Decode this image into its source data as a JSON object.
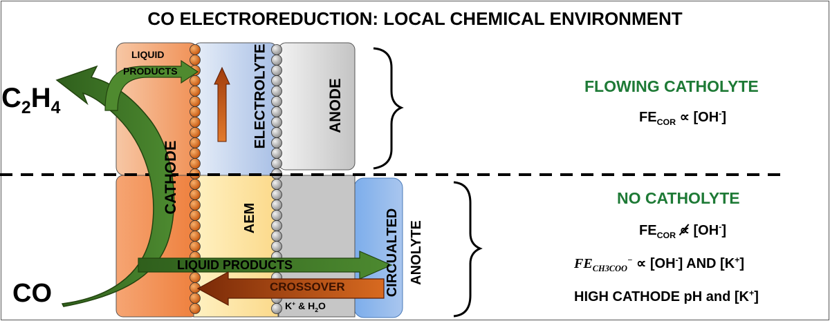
{
  "title": "CO ELECTROREDUCTION: LOCAL CHEMICAL ENVIRONMENT",
  "top_diagram": {
    "liquid_products_line1": "LIQUID",
    "liquid_products_line2": "PRODUCTS",
    "cathode": "CATHODE",
    "electrolyte": "ELECTROLYTE",
    "anode": "ANODE",
    "product_c": "C",
    "product_c_sub": "2",
    "product_h": "H",
    "product_h_sub": "4"
  },
  "bottom_diagram": {
    "aem": "AEM",
    "anolyte_line1": "CIRCUALTED",
    "anolyte_line2": "ANOLYTE",
    "liquid_products": "LIQUID PRODUCTS",
    "crossover": "CROSSOVER",
    "k_ion": "K",
    "k_ion_sup": "+",
    "k_water_rest": " & H",
    "water_sub": "2",
    "water_o": "O",
    "reactant": "CO"
  },
  "top_panel": {
    "heading": "FLOWING CATHOLYTE",
    "fe_main": "FE",
    "fe_sub": "COR",
    "fe_rest": " ∝ [OH",
    "fe_sup": "-",
    "fe_close": "]"
  },
  "bottom_panel": {
    "heading": "NO CATHOLYTE",
    "line1_main": "FE",
    "line1_sub": "COR",
    "line1_rest": " ∝̸ [OH",
    "line1_sup": "-",
    "line1_close": "]",
    "line2_fe": "FE",
    "line2_sub": "CH3COO",
    "line2_sup": "−",
    "line2_rest": " ∝ [OH",
    "line2_sup2": "-",
    "line2_mid": "] AND [K",
    "line2_sup3": "+",
    "line2_close": "]",
    "line3": "HIGH CATHODE pH and [K",
    "line3_sup": "+",
    "line3_close": "]"
  },
  "colors": {
    "green_text": "#1e7a36",
    "green_arrow": "#3f7426",
    "cathode_orange": "#f08a4b",
    "electrolyte_blue": "#b8cbe8",
    "anode_gray": "#c9c9c9",
    "aem_yellow": "#fde7a6",
    "anolyte_blue": "#6fa0d8",
    "brown_arrow": "#8b3a10"
  }
}
